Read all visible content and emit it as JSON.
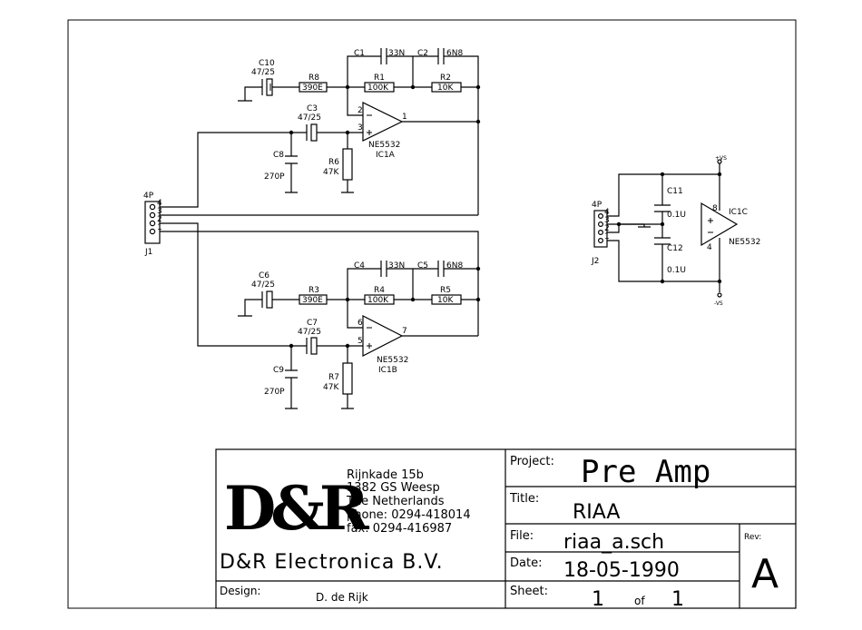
{
  "schematic": {
    "connectors": {
      "j1": {
        "type": "4P",
        "ref": "J1",
        "pins": [
          "4",
          "3",
          "2",
          "1"
        ]
      },
      "j2": {
        "type": "4P",
        "ref": "J2",
        "pins": [
          "4",
          "3",
          "2",
          "1"
        ]
      }
    },
    "channel_a": {
      "c10": {
        "ref": "C10",
        "value": "47/25"
      },
      "r8": {
        "ref": "R8",
        "value": "390E"
      },
      "c1": {
        "ref": "C1",
        "value": "33N"
      },
      "c2": {
        "ref": "C2",
        "value": "6N8"
      },
      "r1": {
        "ref": "R1",
        "value": "100K"
      },
      "r2": {
        "ref": "R2",
        "value": "10K"
      },
      "c3": {
        "ref": "C3",
        "value": "47/25"
      },
      "c8": {
        "ref": "C8",
        "value": "270P"
      },
      "r6": {
        "ref": "R6",
        "value": "47K"
      },
      "ic": {
        "part": "NE5532",
        "ref": "IC1A",
        "pin_inv": "2",
        "pin_noninv": "3",
        "pin_out": "1"
      }
    },
    "channel_b": {
      "c6": {
        "ref": "C6",
        "value": "47/25"
      },
      "r3": {
        "ref": "R3",
        "value": "390E"
      },
      "c4": {
        "ref": "C4",
        "value": "33N"
      },
      "c5": {
        "ref": "C5",
        "value": "6N8"
      },
      "r4": {
        "ref": "R4",
        "value": "100K"
      },
      "r5": {
        "ref": "R5",
        "value": "10K"
      },
      "c7": {
        "ref": "C7",
        "value": "47/25"
      },
      "c9": {
        "ref": "C9",
        "value": "270P"
      },
      "r7": {
        "ref": "R7",
        "value": "47K"
      },
      "ic": {
        "part": "NE5532",
        "ref": "IC1B",
        "pin_inv": "6",
        "pin_noninv": "5",
        "pin_out": "7"
      }
    },
    "power": {
      "c11": {
        "ref": "C11",
        "value": "0.1U"
      },
      "c12": {
        "ref": "C12",
        "value": "0.1U"
      },
      "ic": {
        "part": "NE5532",
        "ref": "IC1C",
        "pin_vplus": "8",
        "pin_vminus": "4"
      },
      "vplus": "+VS",
      "vminus": "-VS"
    }
  },
  "title_block": {
    "logo": "D&R",
    "address": [
      "Rijnkade 15b",
      "1382 GS  Weesp",
      "The Netherlands",
      "phone: 0294-418014",
      "fax: 0294-416987"
    ],
    "company": "D&R Electronica B.V.",
    "design_label": "Design:",
    "designer": "D. de Rijk",
    "project_label": "Project:",
    "project": "Pre Amp",
    "title_label": "Title:",
    "title": "RIAA",
    "file_label": "File:",
    "file": "riaa_a.sch",
    "rev_label": "Rev:",
    "rev": "A",
    "date_label": "Date:",
    "date": "18-05-1990",
    "sheet_label": "Sheet:",
    "sheet_no": "1",
    "sheet_of": "of",
    "sheet_total": "1"
  }
}
